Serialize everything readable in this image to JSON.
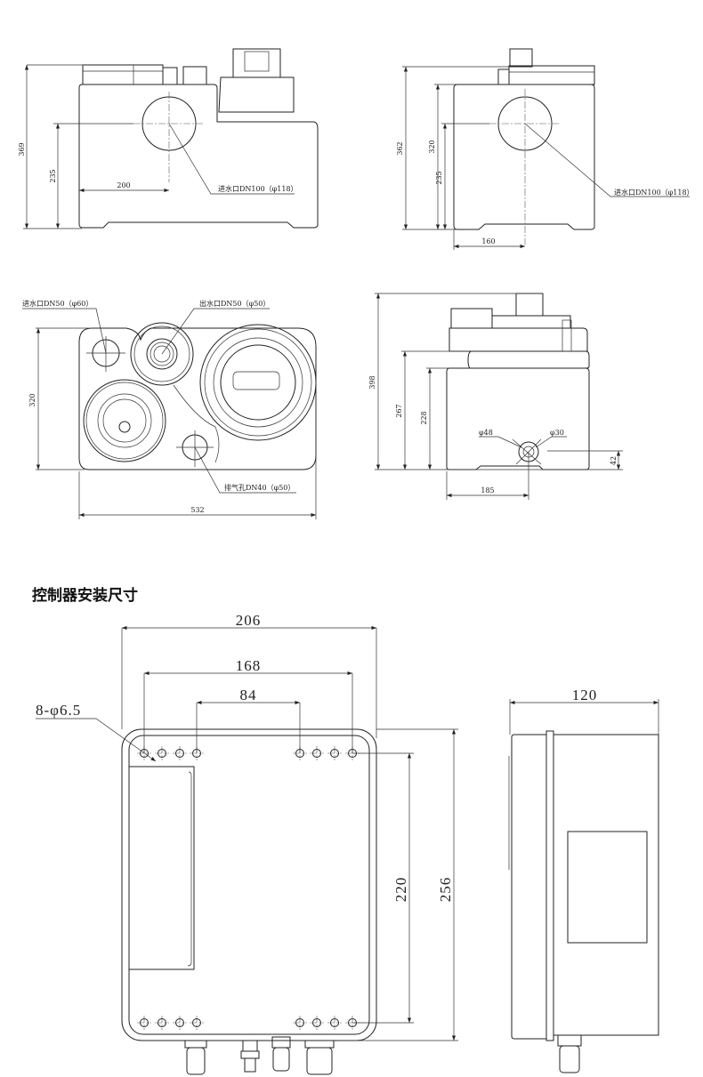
{
  "pump_views": {
    "front_left": {
      "dim_height": "369",
      "dim_inlet_height": "235",
      "dim_inlet_offset": "200",
      "inlet_label": "进水口DN100（φ118）"
    },
    "front_right": {
      "dim_height": "362",
      "dim_inlet_height_a": "320",
      "dim_inlet_height_b": "235",
      "dim_inlet_offset": "160",
      "inlet_label": "进水口DN100（φ118）"
    },
    "top": {
      "dim_depth": "320",
      "dim_width": "532",
      "inlet_label": "进水口DN50（φ60）",
      "outlet_label": "出水口DN50（φ50）",
      "vent_label": "排气孔DN40（φ50）"
    },
    "side": {
      "dim_height": "398",
      "dim_step_height": "267",
      "dim_body_height": "228",
      "dim_outlet_height": "42",
      "dim_outlet_offset": "185",
      "outer_diameter": "φ48",
      "inner_diameter": "φ30"
    }
  },
  "controller": {
    "section_title": "控制器安装尺寸",
    "dim_width": "206",
    "dim_hole_span_outer": "168",
    "dim_hole_span_inner": "84",
    "hole_callout": "8-φ6.5",
    "dim_hole_vertical": "220",
    "dim_height": "256",
    "dim_depth": "120"
  }
}
